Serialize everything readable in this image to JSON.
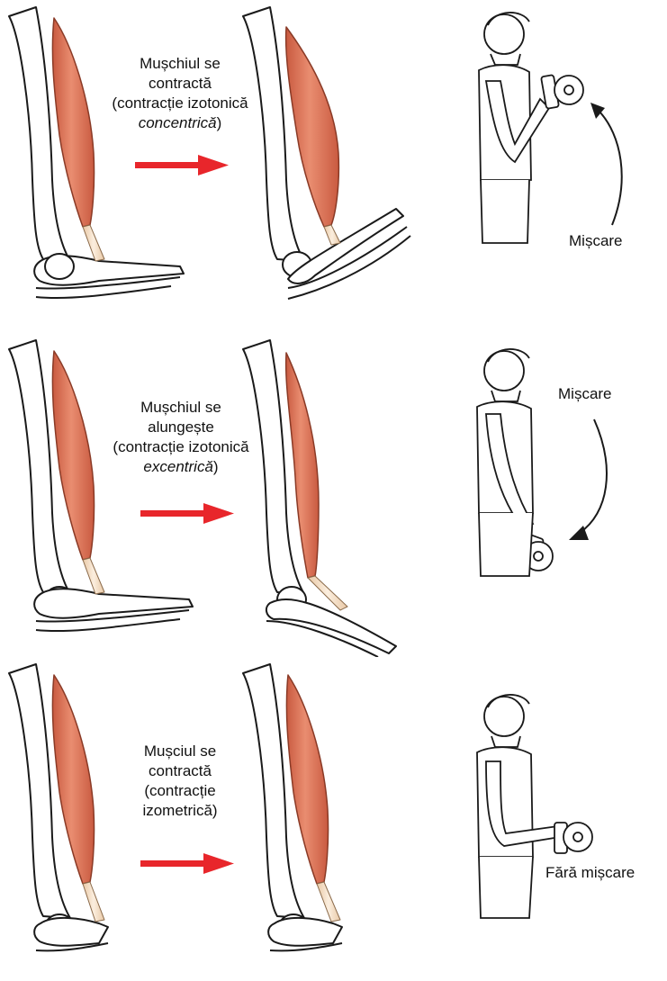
{
  "panels": [
    {
      "kind": "concentric",
      "caption": {
        "line1": "Mușchiul se",
        "line2": "contractă",
        "line3": "(contracție izotonică",
        "line4": "concentrică",
        "line5": ")"
      },
      "movement_label": "Mișcare"
    },
    {
      "kind": "eccentric",
      "caption": {
        "line1": "Mușchiul se",
        "line2": "alungește",
        "line3": "(contracție izotonică",
        "line4": "excentrică",
        "line5": ")"
      },
      "movement_label": "Mișcare"
    },
    {
      "kind": "isometric",
      "caption": {
        "line1": "Mușciul se",
        "line2": "contractă",
        "line3": "(contracție",
        "line4": "izometrică)"
      },
      "movement_label": "Fără mișcare"
    }
  ],
  "colors": {
    "muscle": "#e07a5f",
    "muscle_dark": "#b94a32",
    "tendon": "#f3dcc3",
    "arrow": "#e8262b",
    "outline": "#1a1a1a"
  }
}
